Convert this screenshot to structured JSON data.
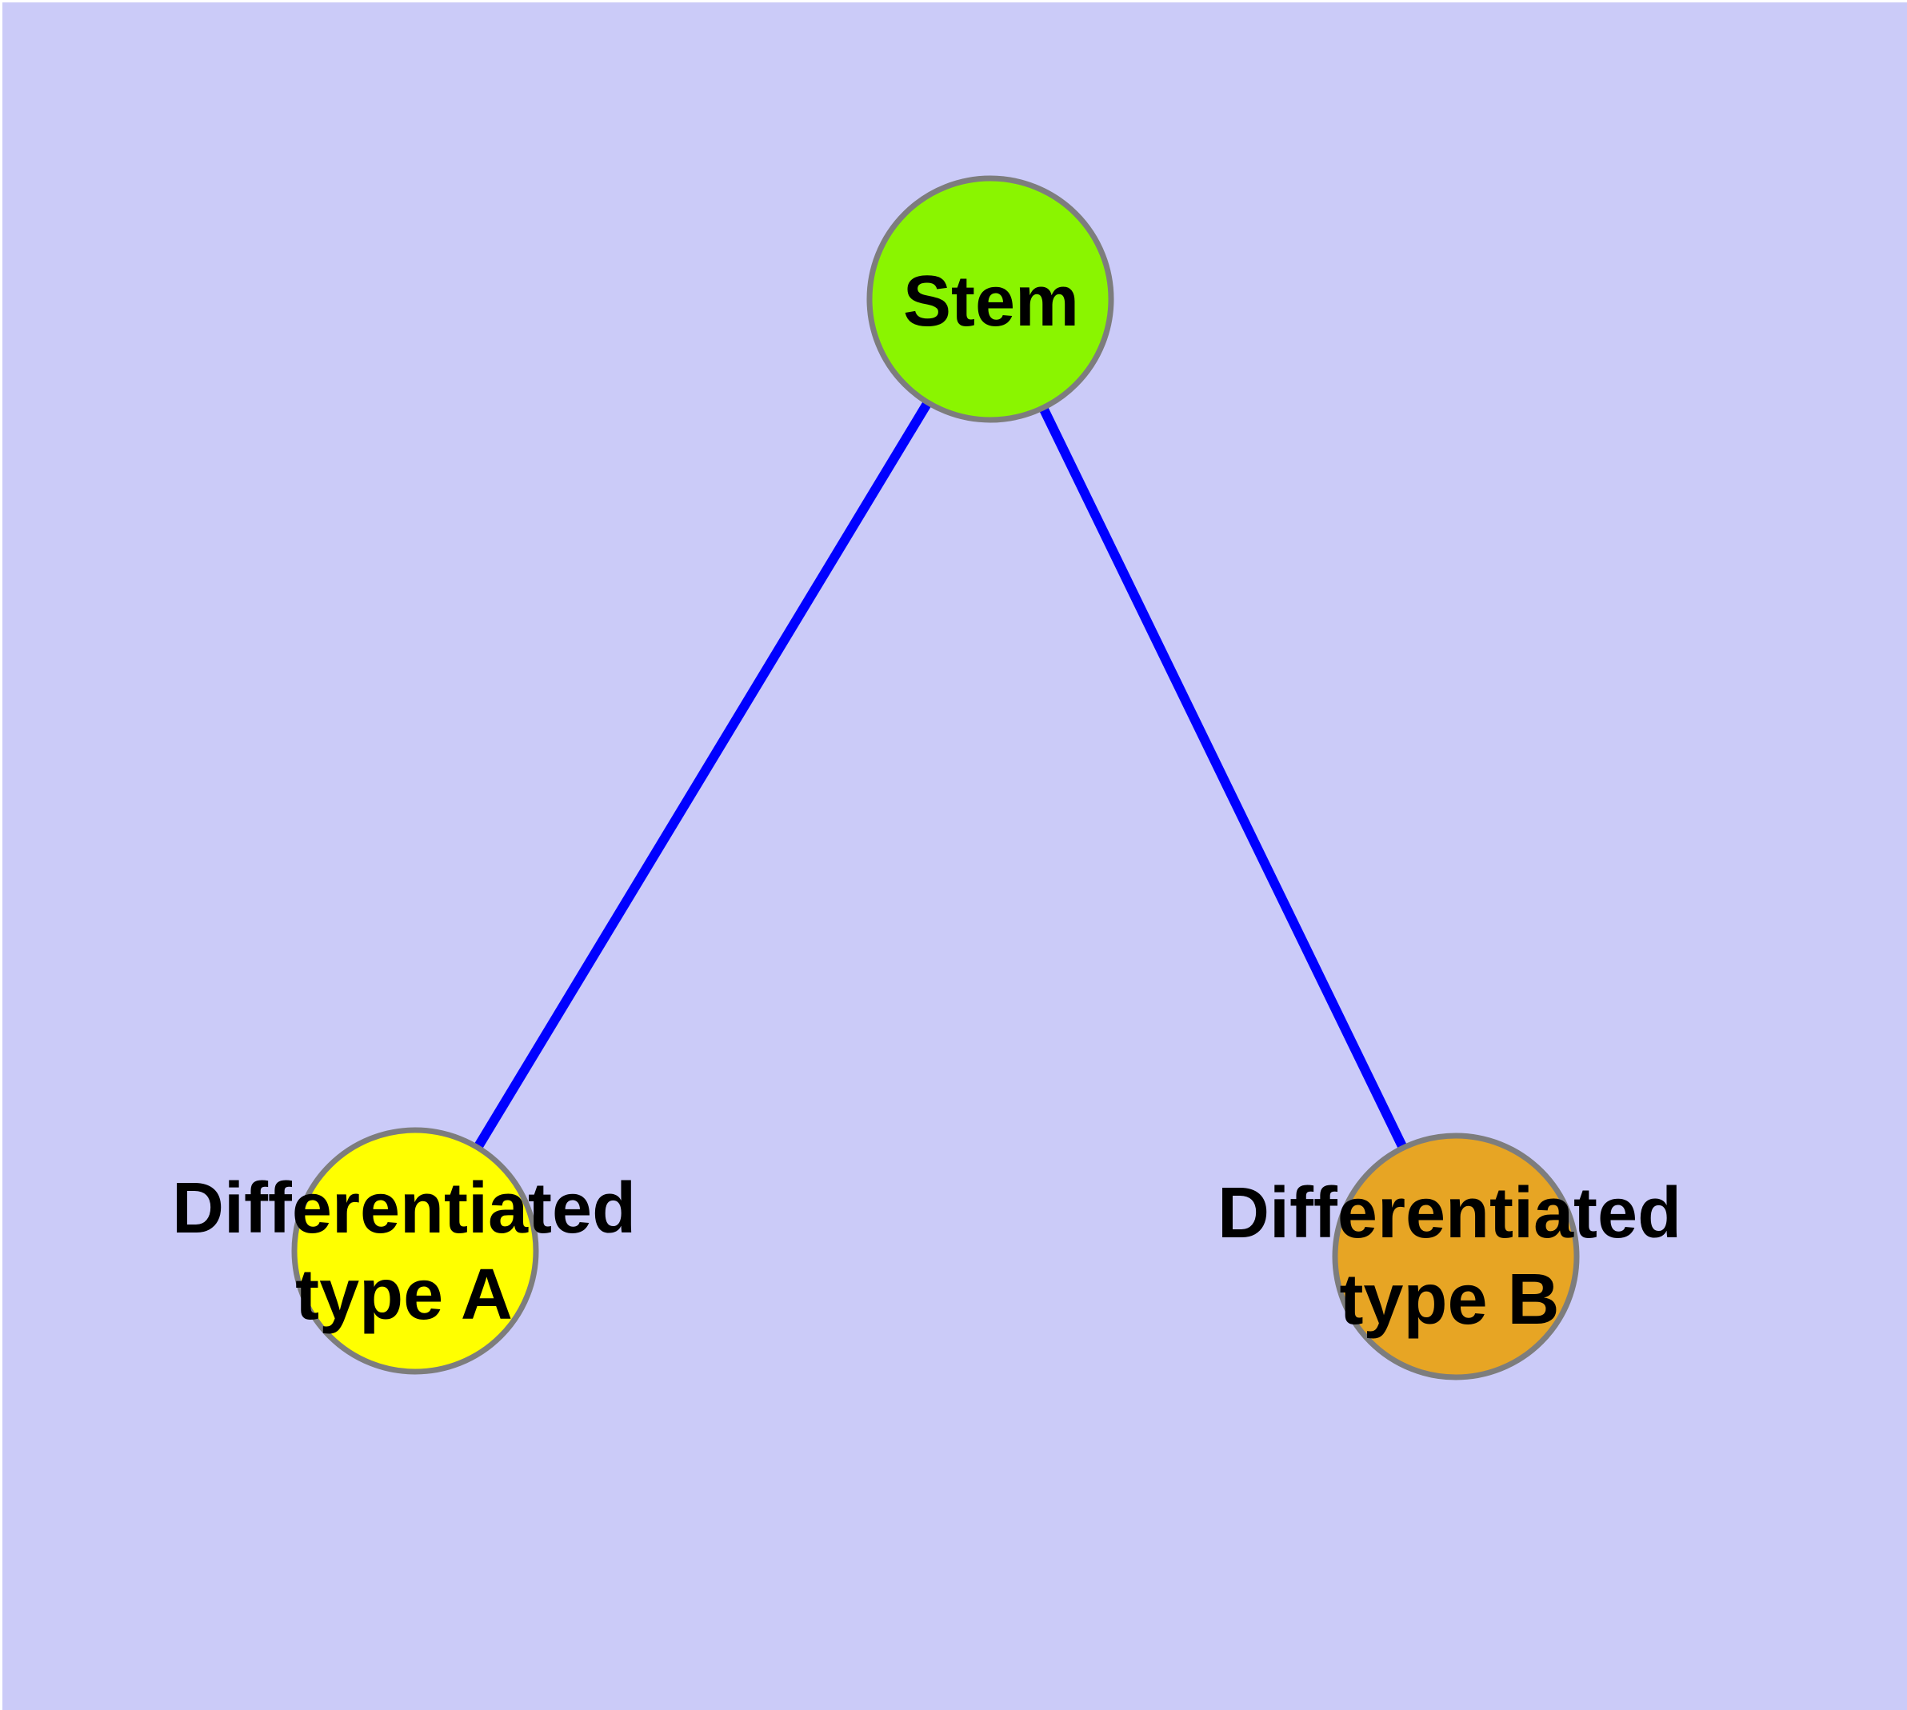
{
  "diagram": {
    "background_color": "#CBCBF8",
    "edge_color": "#0000FF",
    "node_border_color": "#7D7D7D",
    "label_color": "#000000",
    "nodes": {
      "stem": {
        "label": "Stem",
        "color": "#8AF500"
      },
      "type_a": {
        "label": "Differentiated\ntype A",
        "color": "#FFFF00"
      },
      "type_b": {
        "label": "Differentiated\ntype B",
        "color": "#E7A524"
      }
    },
    "edges": [
      {
        "from": "stem",
        "to": "type_a"
      },
      {
        "from": "stem",
        "to": "type_b"
      }
    ]
  }
}
